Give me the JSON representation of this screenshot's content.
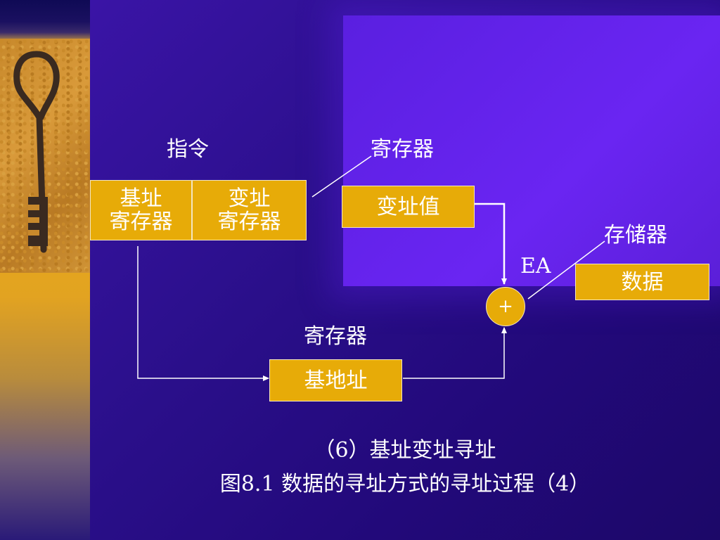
{
  "diagram": {
    "instruction_label": "指令",
    "instruction_fields": {
      "base_register": [
        "基址",
        "寄存器"
      ],
      "index_register": [
        "变址",
        "寄存器"
      ]
    },
    "index_register_label": "寄存器",
    "index_value": "变址值",
    "base_register_label": "寄存器",
    "base_address": "基地址",
    "adder_symbol": "+",
    "ea_label": "EA",
    "memory_label": "存储器",
    "memory_data": "数据"
  },
  "captions": {
    "subtitle": "（6）基址变址寻址",
    "figure_title": "图8.1  数据的寻址方式的寻址过程（4）"
  },
  "colors": {
    "box_fill": "#e7ab08",
    "background": "#2a0f80",
    "highlight_panel": "#6a25f2",
    "text": "#ffffff"
  },
  "decoration": {
    "photo_icon": "iron-key-icon"
  }
}
